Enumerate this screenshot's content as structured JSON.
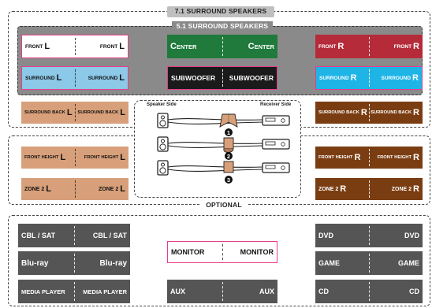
{
  "titles": {
    "surround71": "7.1 SURROUND SPEAKERS",
    "surround51": "5.1 SURROUND SPEAKERS",
    "optional": "OPTIONAL"
  },
  "speaker_labels": {
    "front_l": {
      "small": "FRONT",
      "big": "L"
    },
    "center": {
      "big": "C",
      "small": "ENTER"
    },
    "front_r": {
      "small": "FRONT",
      "big": "R"
    },
    "surround_l": {
      "small": "SURROUND",
      "big": "L"
    },
    "subwoofer": {
      "text": "SUBWOOFER"
    },
    "surround_r": {
      "small": "SURROUND",
      "big": "R"
    },
    "surround_back_l": {
      "small": "SURROUND BACK",
      "big": "L"
    },
    "surround_back_r": {
      "small": "SURROUND BACK",
      "big": "R"
    },
    "front_height_l": {
      "small": "FRONT HEIGHT",
      "big": "L"
    },
    "front_height_r": {
      "small": "FRONT HEIGHT",
      "big": "R"
    },
    "zone2_l": {
      "small": "ZONE 2",
      "big": "L"
    },
    "zone2_r": {
      "small": "ZONE 2",
      "big": "R"
    }
  },
  "diagram": {
    "speaker_side": "Speaker Side",
    "receiver_side": "Receiver Side",
    "steps": [
      "1",
      "2",
      "3"
    ]
  },
  "device_labels": {
    "cbl_sat": "CBL / SAT",
    "bluray": "Blu-ray",
    "media_player": "MEDIA PLAYER",
    "monitor": "MONITOR",
    "aux": "AUX",
    "dvd": "DVD",
    "game": "GAME",
    "cd": "CD"
  },
  "colors": {
    "front_pink": "#e63c8c",
    "center_green": "#1f7a3c",
    "front_r_red": "#b52b3a",
    "surround_l_blue": "#8cc8e8",
    "subwoofer_black": "#1a1a1a",
    "surround_r_cyan": "#1eb4e6",
    "tan": "#d8a07a",
    "brown": "#7a3d12",
    "device_gray": "#555555",
    "panel_gray": "#8a8a8a"
  }
}
